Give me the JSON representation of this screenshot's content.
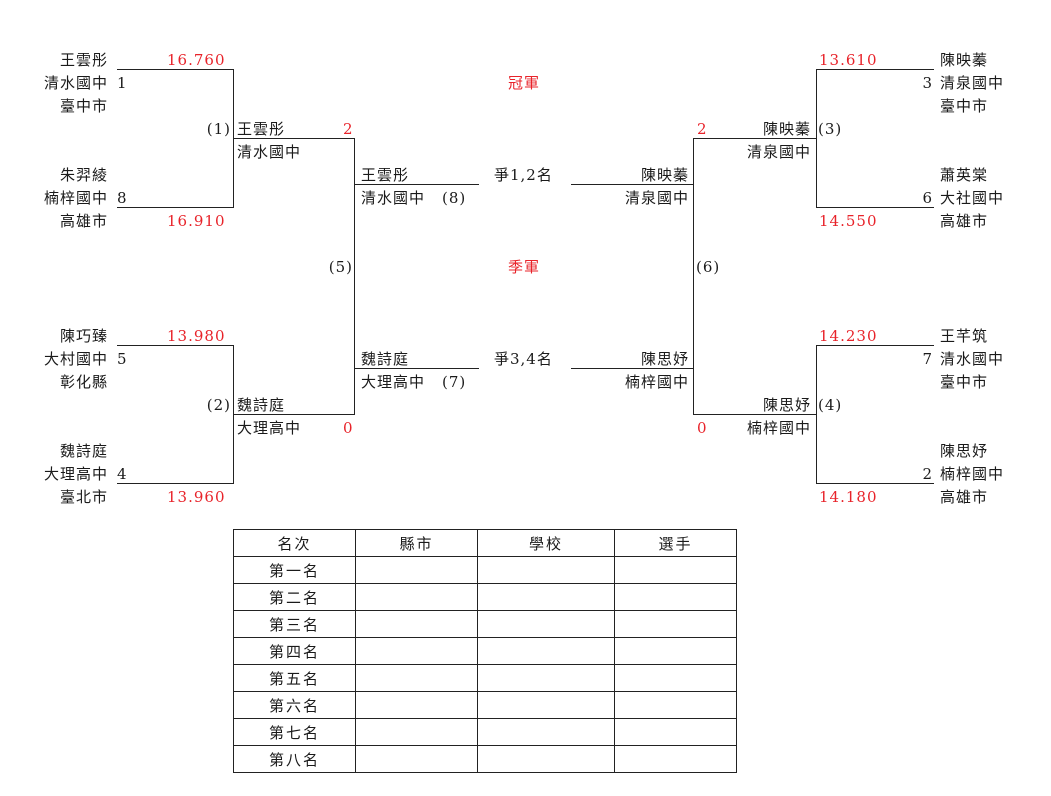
{
  "bracket": {
    "center": {
      "champion_label": "冠軍",
      "third_label": "季軍",
      "final_label": "爭1,2名",
      "bronze_label": "爭3,4名"
    },
    "left": {
      "p1": {
        "name": "王雲彤",
        "school": "清水國中",
        "city": "臺中市",
        "seed": "1",
        "time": "16.760"
      },
      "p8": {
        "name": "朱羿綾",
        "school": "楠梓國中",
        "city": "高雄市",
        "seed": "8",
        "time": "16.910"
      },
      "p5": {
        "name": "陳巧臻",
        "school": "大村國中",
        "city": "彰化縣",
        "seed": "5",
        "time": "13.980"
      },
      "p4": {
        "name": "魏詩庭",
        "school": "大理高中",
        "city": "臺北市",
        "seed": "4",
        "time": "13.960"
      },
      "m1": {
        "no": "(1)",
        "name": "王雲彤",
        "school": "清水國中",
        "score": "2"
      },
      "m2": {
        "no": "(2)",
        "name": "魏詩庭",
        "school": "大理高中",
        "score": "0"
      },
      "m5": {
        "no": "(5)"
      },
      "f_winner": {
        "name": "王雲彤",
        "school": "清水國中",
        "no": "(8)"
      },
      "b_winner": {
        "name": "魏詩庭",
        "school": "大理高中",
        "no": "(7)"
      }
    },
    "right": {
      "p3": {
        "name": "陳映蓁",
        "school": "清泉國中",
        "city": "臺中市",
        "seed": "3",
        "time": "13.610"
      },
      "p6": {
        "name": "蕭英棠",
        "school": "大社國中",
        "city": "高雄市",
        "seed": "6",
        "time": "14.550"
      },
      "p7": {
        "name": "王芊筑",
        "school": "清水國中",
        "city": "臺中市",
        "seed": "7",
        "time": "14.230"
      },
      "p2": {
        "name": "陳思妤",
        "school": "楠梓國中",
        "city": "高雄市",
        "seed": "2",
        "time": "14.180"
      },
      "m3": {
        "no": "(3)",
        "name": "陳映蓁",
        "school": "清泉國中",
        "score": "2"
      },
      "m4": {
        "no": "(4)",
        "name": "陳思妤",
        "school": "楠梓國中",
        "score": "0"
      },
      "m6": {
        "no": "(6)"
      },
      "f_winner": {
        "name": "陳映蓁",
        "school": "清泉國中"
      },
      "b_winner": {
        "name": "陳思妤",
        "school": "楠梓國中"
      }
    }
  },
  "ranking_table": {
    "headers": [
      "名次",
      "縣市",
      "學校",
      "選手"
    ],
    "rows": [
      "第一名",
      "第二名",
      "第三名",
      "第四名",
      "第五名",
      "第六名",
      "第七名",
      "第八名"
    ]
  }
}
